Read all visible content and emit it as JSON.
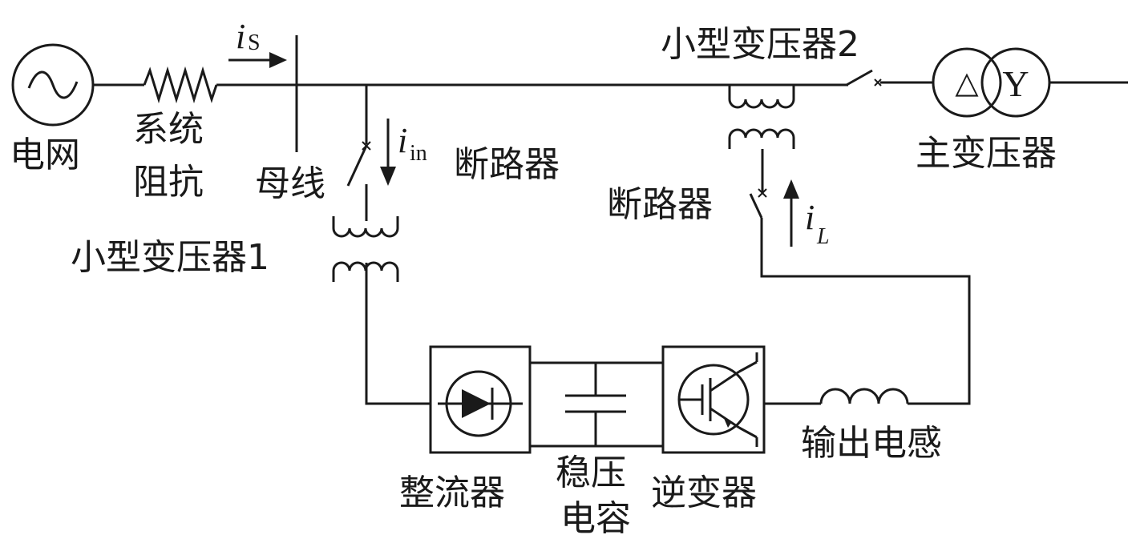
{
  "labels": {
    "grid": "电网",
    "sys_impedance_1": "系统",
    "sys_impedance_2": "阻抗",
    "bus": "母线",
    "breaker_1": "断路器",
    "breaker_2": "断路器",
    "small_transformer_1": "小型变压器1",
    "small_transformer_2": "小型变压器2",
    "main_transformer": "主变压器",
    "rectifier": "整流器",
    "capacitor_1": "稳压",
    "capacitor_2": "电容",
    "inverter": "逆变器",
    "output_inductor": "输出电感"
  },
  "currents": {
    "is_main": "i",
    "is_sub": "S",
    "iin_main": "i",
    "iin_sub": "in",
    "il_main": "i",
    "il_sub": "L"
  },
  "main_transformer_symbols": {
    "delta": "△",
    "wye": "Y"
  }
}
